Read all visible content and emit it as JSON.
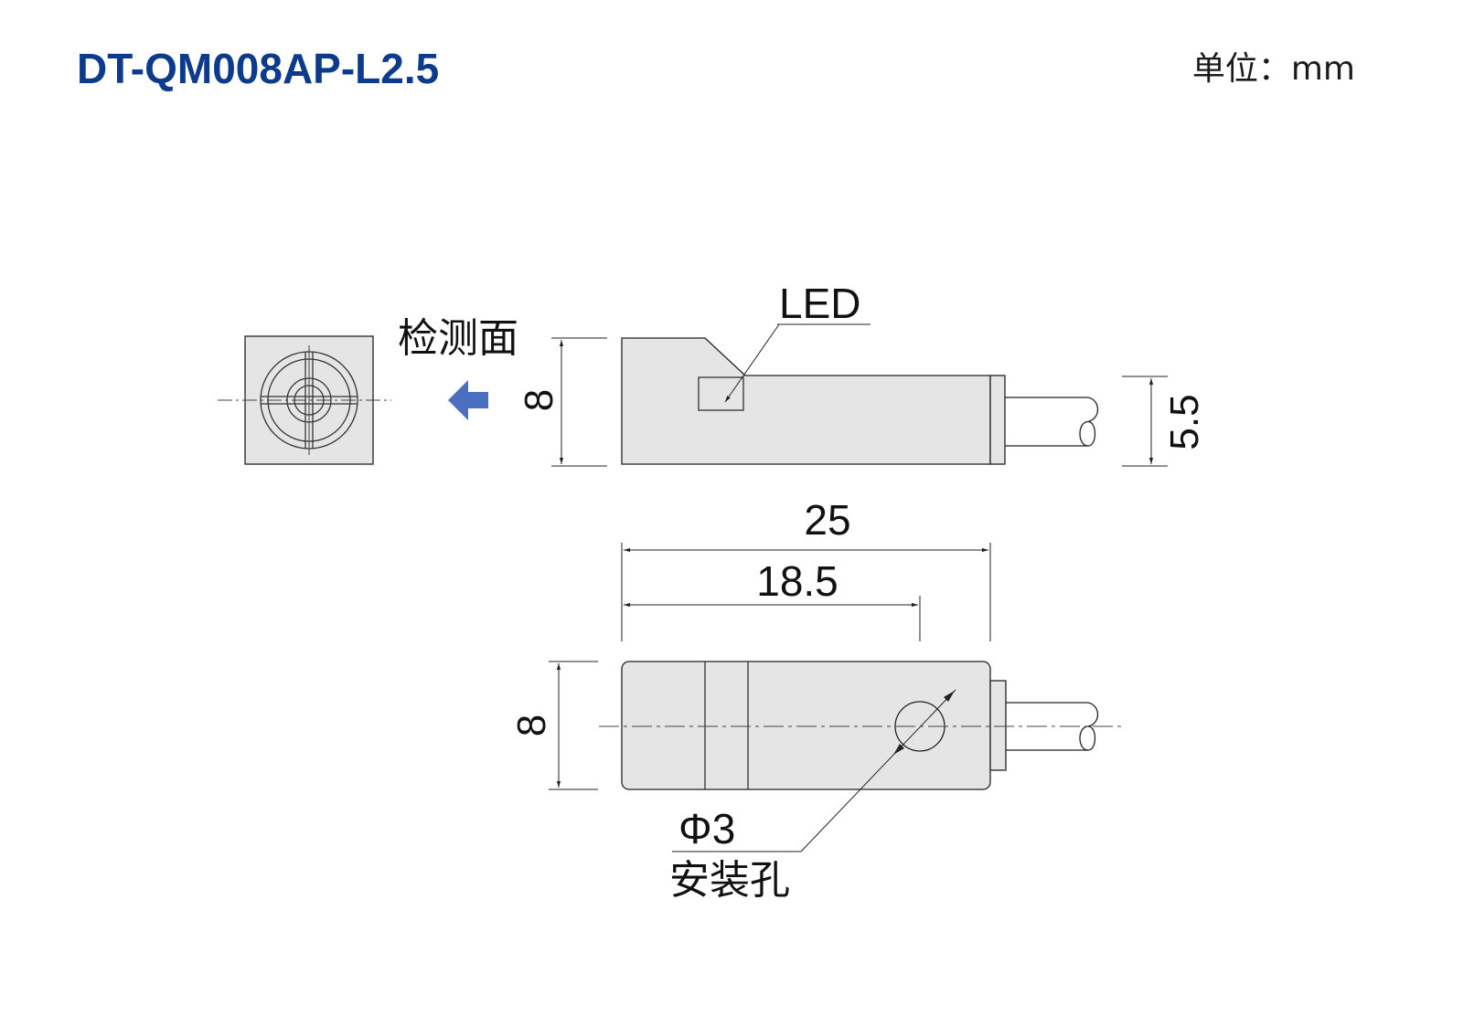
{
  "header": {
    "model": "DT-QM008AP-L2.5",
    "unit_label": "单位：mm"
  },
  "colors": {
    "title": "#0d3b8c",
    "arrow": "#4a6fc1",
    "body_fill": "#e6e5e6",
    "line": "#222222"
  },
  "icons": {
    "sensing_direction": "left-arrow-icon",
    "sensing_face": "concentric-target-icon"
  },
  "labels": {
    "sensing_face": "检测面",
    "led": "LED",
    "hole_diameter": "Φ3",
    "hole_name": "安装孔"
  },
  "dimensions": {
    "height_side": "8",
    "height_bottom": "8",
    "cable_height": "5.5",
    "total_length": "25",
    "hole_position": "18.5"
  }
}
